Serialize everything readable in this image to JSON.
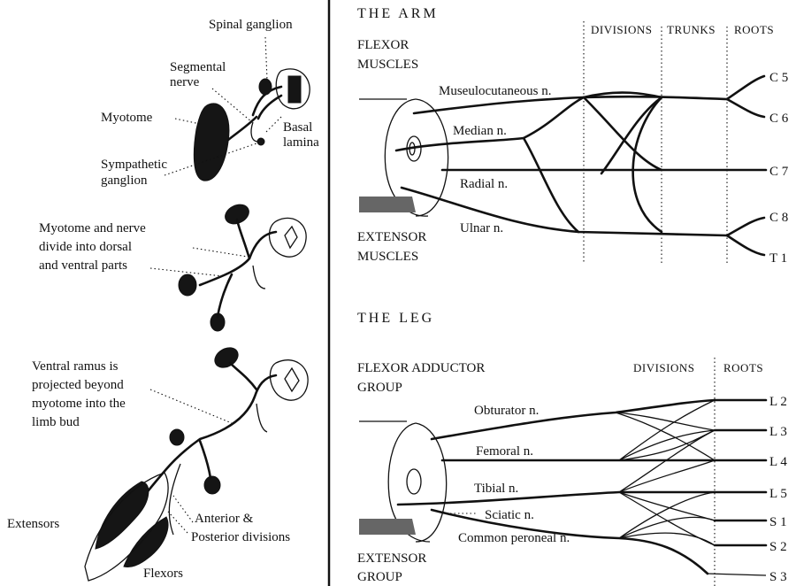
{
  "left": {
    "spinal_ganglion": "Spinal ganglion",
    "segmental_nerve": [
      "Segmental",
      "nerve"
    ],
    "myotome": "Myotome",
    "basal_lamina": [
      "Basal",
      "lamina"
    ],
    "sympathetic_ganglion": [
      "Sympathetic",
      "ganglion"
    ],
    "myotome_divide": [
      "Myotome and nerve",
      "divide into dorsal",
      "and ventral parts"
    ],
    "ventral_ramus": [
      "Ventral ramus is",
      "projected beyond",
      "myotome into the",
      "limb bud"
    ],
    "extensors": "Extensors",
    "flexors": "Flexors",
    "divisions": [
      "Anterior &",
      "Posterior divisions"
    ]
  },
  "arm": {
    "title": "THE ARM",
    "flexor": [
      "FLEXOR",
      "MUSCLES"
    ],
    "extensor": [
      "EXTENSOR",
      "MUSCLES"
    ],
    "columns": [
      "DIVISIONS",
      "TRUNKS",
      "ROOTS"
    ],
    "nerves": [
      "Museulocutaneous n.",
      "Median n.",
      "Radial n.",
      "Ulnar n."
    ],
    "roots": [
      "C 5",
      "C 6",
      "C 7",
      "C 8",
      "T 1"
    ]
  },
  "leg": {
    "title": "THE LEG",
    "flexor": [
      "FLEXOR ADDUCTOR",
      "GROUP"
    ],
    "extensor": [
      "EXTENSOR",
      "GROUP"
    ],
    "columns": [
      "DIVISIONS",
      "ROOTS"
    ],
    "nerves": [
      "Obturator n.",
      "Femoral n.",
      "Tibial n.",
      "Sciatic n.",
      "Common peroneal n."
    ],
    "roots": [
      "L 2",
      "L 3",
      "L 4",
      "L 5",
      "S 1",
      "S 2",
      "S 3"
    ]
  }
}
